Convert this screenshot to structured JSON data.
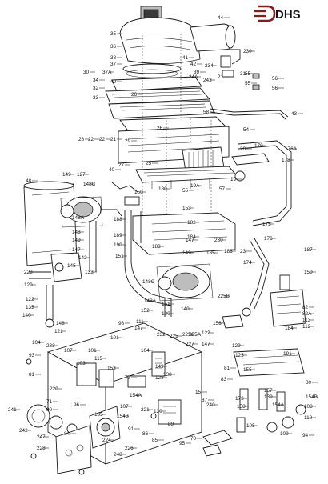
{
  "logo": {
    "text": "DHS",
    "color": "#8b1a1a"
  },
  "callouts": [
    "44",
    "35",
    "36",
    "38",
    "37",
    "37A",
    "40",
    "41",
    "42",
    "234",
    "230",
    "21",
    "243",
    "24A",
    "39",
    "31",
    "55",
    "56",
    "55",
    "56",
    "30",
    "34",
    "32",
    "33",
    "26",
    "43",
    "54",
    "58",
    "20",
    "179",
    "176A",
    "178",
    "28",
    "22",
    "22",
    "21",
    "27",
    "40",
    "29",
    "26",
    "25",
    "19",
    "19A",
    "55",
    "57",
    "180",
    "150",
    "149",
    "127",
    "48",
    "148C",
    "148A",
    "148",
    "149",
    "147",
    "142",
    "145",
    "133",
    "228",
    "120",
    "122",
    "135",
    "140",
    "148",
    "121",
    "153",
    "188",
    "189",
    "190",
    "151",
    "182",
    "183",
    "184",
    "175",
    "176",
    "230",
    "147",
    "149",
    "185",
    "186",
    "23",
    "174",
    "187",
    "150",
    "148C",
    "148A",
    "151",
    "100",
    "152",
    "140",
    "147",
    "232",
    "225",
    "225A",
    "225B",
    "225C",
    "82",
    "82A",
    "113",
    "112",
    "98",
    "111",
    "101",
    "101",
    "103",
    "104",
    "115",
    "153",
    "149",
    "128",
    "138",
    "122",
    "147",
    "227",
    "156",
    "184",
    "191",
    "129",
    "125",
    "155",
    "81",
    "83",
    "80",
    "93",
    "81",
    "104",
    "238",
    "107",
    "77",
    "220",
    "15",
    "87",
    "71",
    "90",
    "96",
    "107",
    "221",
    "130",
    "135",
    "154A",
    "154B",
    "240",
    "241",
    "242",
    "173",
    "158",
    "157",
    "139",
    "154A",
    "154B",
    "108",
    "110",
    "105",
    "109",
    "94",
    "91",
    "85",
    "95",
    "86",
    "89",
    "224",
    "226",
    "70",
    "228",
    "84",
    "247",
    "248"
  ]
}
